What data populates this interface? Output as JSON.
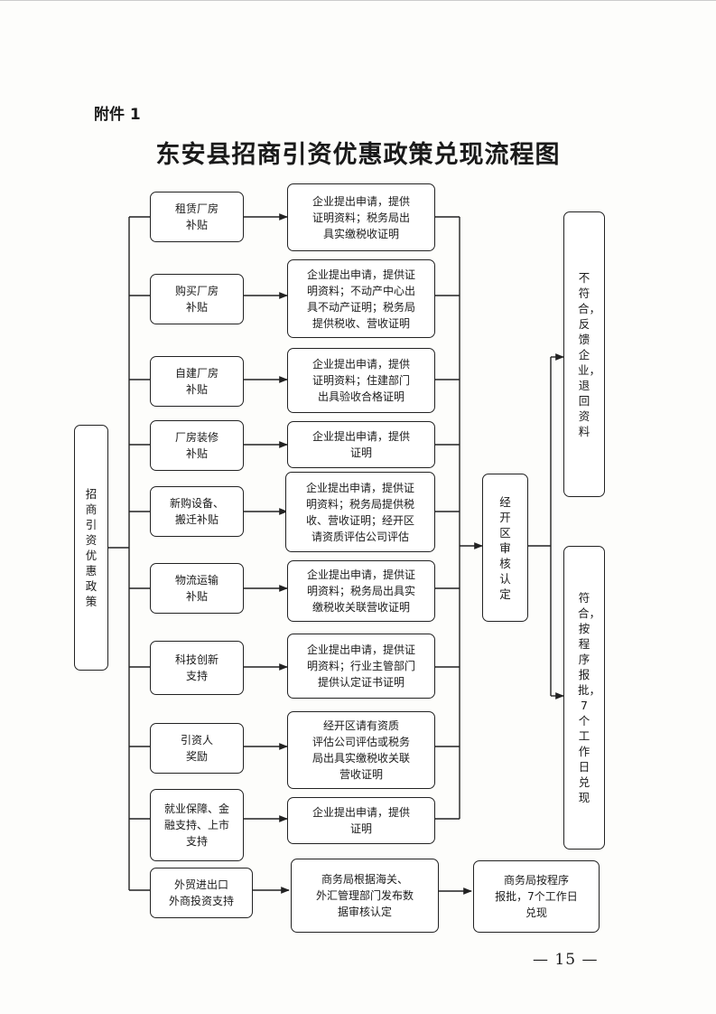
{
  "attachment_label": "附件 1",
  "title": "东安县招商引资优惠政策兑现流程图",
  "root": "招商引资优惠政策",
  "policies": [
    {
      "name": "租赁厂房\n补贴",
      "materials": "企业提出申请，提供\n证明资料；税务局出\n具实缴税收证明"
    },
    {
      "name": "购买厂房\n补贴",
      "materials": "企业提出申请，提供证\n明资料；不动产中心出\n具不动产证明；税务局\n提供税收、营收证明"
    },
    {
      "name": "自建厂房\n补贴",
      "materials": "企业提出申请，提供\n证明资料；住建部门\n出具验收合格证明"
    },
    {
      "name": "厂房装修\n补贴",
      "materials": "企业提出申请，提供\n证明"
    },
    {
      "name": "新购设备、\n搬迁补贴",
      "materials": "企业提出申请，提供证\n明资料；税务局提供税\n收、营收证明；经开区\n请资质评估公司评估"
    },
    {
      "name": "物流运输\n补贴",
      "materials": "企业提出申请，提供证\n明资料；税务局出具实\n缴税收关联营收证明"
    },
    {
      "name": "科技创新\n支持",
      "materials": "企业提出申请，提供证\n明资料；行业主管部门\n提供认定证书证明"
    },
    {
      "name": "引资人\n奖励",
      "materials": "经开区请有资质\n评估公司评估或税务\n局出具实缴税收关联\n营收证明"
    },
    {
      "name": "就业保障、金\n融支持、上市\n支持",
      "materials": "企业提出申请，提供\n证明"
    },
    {
      "name": "外贸进出口\n外商投资支持",
      "materials": "商务局根据海关、\n外汇管理部门发布数\n据审核认定"
    }
  ],
  "review": "经开区审核认定",
  "result_reject": "不符合，反馈企业，退回资料",
  "result_accept": "符合，按程序报批，7个工作日兑现",
  "commerce_result": "商务局按程序\n报批，7个工作日\n兑现",
  "page_number": "— 15 —"
}
